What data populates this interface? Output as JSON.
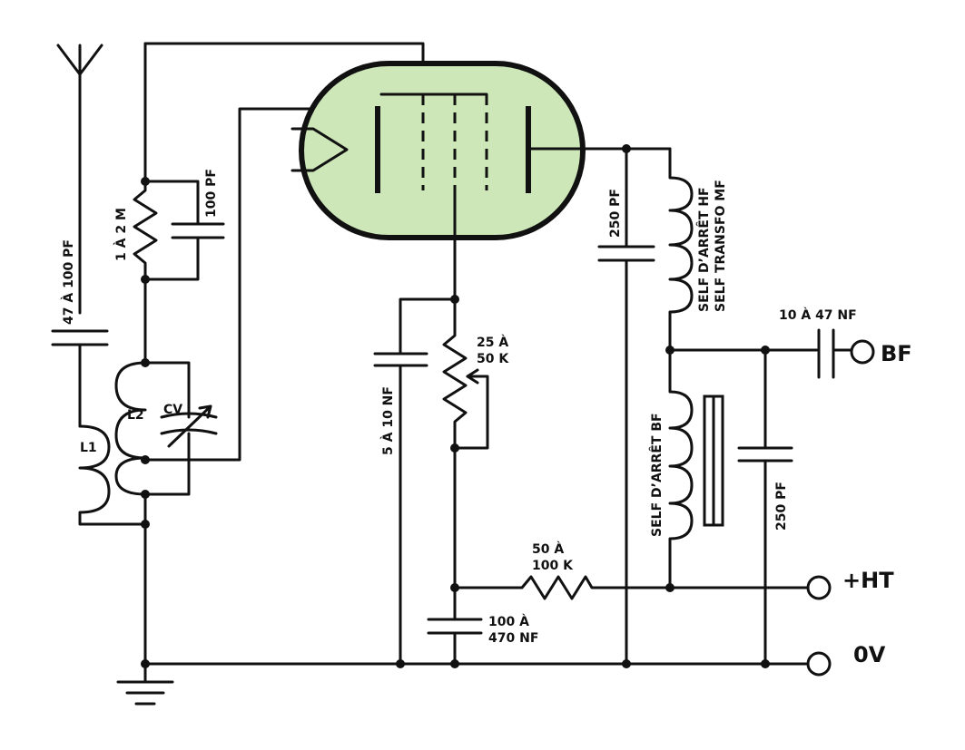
{
  "colors": {
    "tube_fill": "#cde7b8",
    "ink": "#111111"
  },
  "icons": [
    "antenna-icon",
    "ground-icon",
    "vacuum-tube-icon"
  ],
  "labels": {
    "c_antenna": "47 À 100 PF",
    "r_grid": "1 À 2 M",
    "c_grid": "100 PF",
    "l1": "L1",
    "l2": "L2",
    "cv": "CV",
    "c_screen": "5 À 10 NF",
    "pot_line1": "25 À",
    "pot_line2": "50 K",
    "c_decoupling_line1": "100 À",
    "c_decoupling_line2": "470 NF",
    "r_ht_line1": "50 À",
    "r_ht_line2": "100 K",
    "c_plate": "250 PF",
    "self_hf_line1": "SELF D’ARRÊT HF",
    "self_hf_line2": "SELF TRANSFO MF",
    "self_bf": "SELF D’ARRÊT BF",
    "c_out": "250 PF",
    "c_coupling": "10 À 47 NF"
  },
  "terminals": {
    "bf": "BF",
    "ht": "+HT",
    "zero": "0V"
  }
}
